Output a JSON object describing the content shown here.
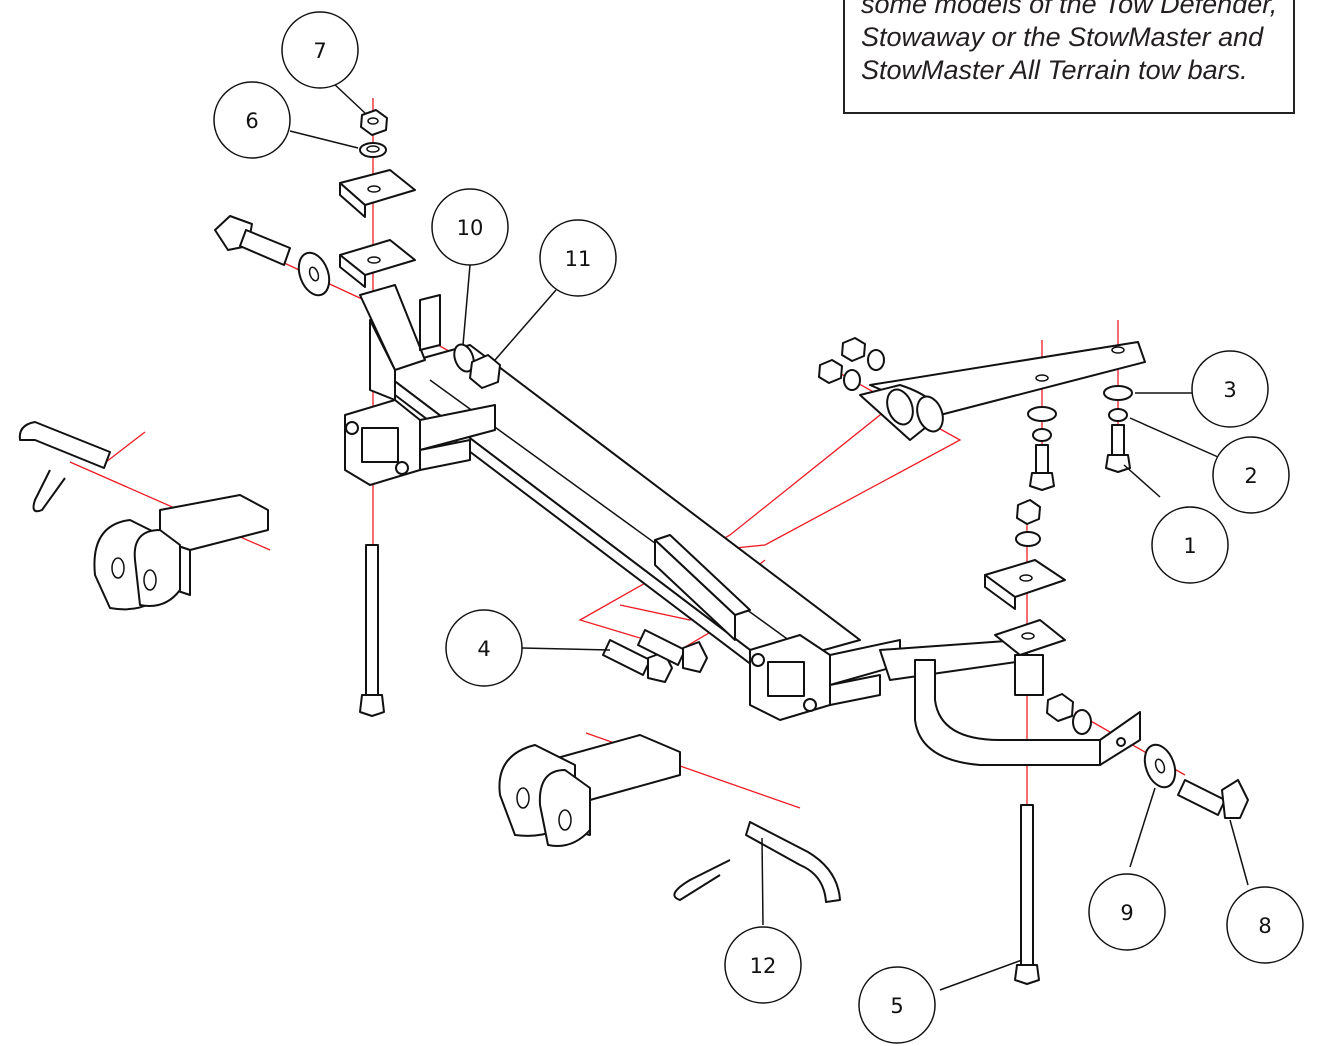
{
  "note": {
    "lines": [
      "",
      "some models of the Tow Defender,",
      "Stowaway or the StowMaster and",
      "StowMaster All Terrain tow bars."
    ]
  },
  "callouts": [
    "1",
    "2",
    "3",
    "4",
    "5",
    "6",
    "7",
    "8",
    "9",
    "10",
    "11",
    "12"
  ],
  "colors": {
    "axis_line": "#ed1c24",
    "outline": "#111111",
    "background": "#ffffff"
  }
}
